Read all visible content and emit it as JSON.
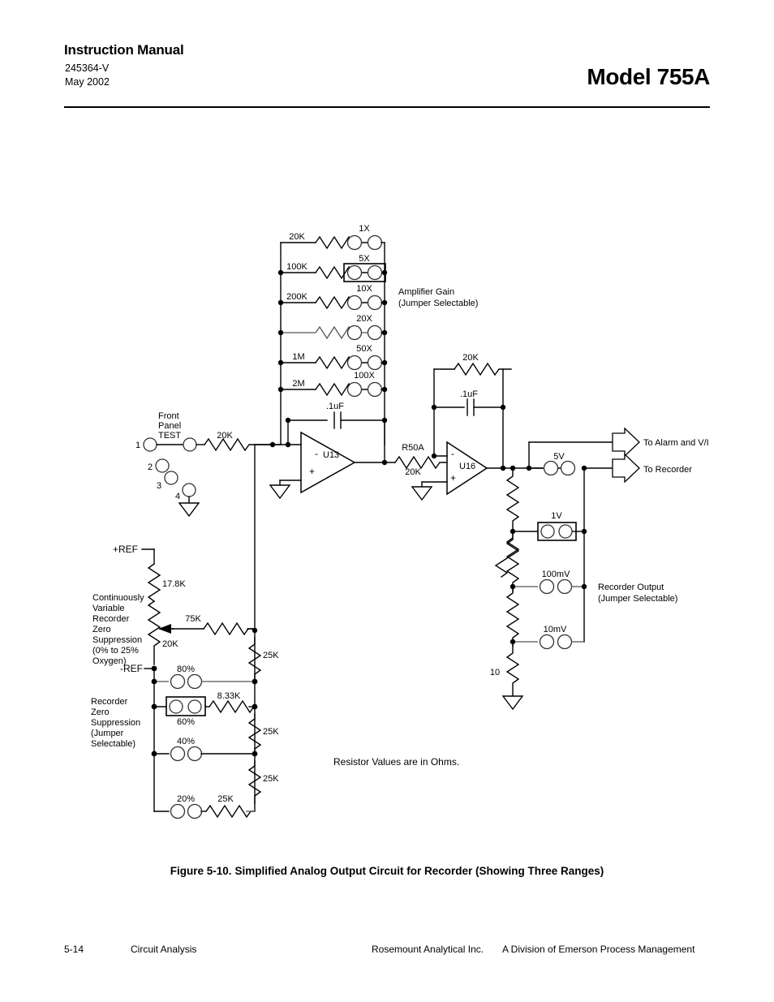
{
  "header": {
    "manual_title": "Instruction Manual",
    "doc_number": "245364-V",
    "date": "May 2002",
    "model": "Model 755A"
  },
  "figure": {
    "number": "Figure 5-10.",
    "title": "Simplified Analog Output Circuit for Recorder (Showing Three Ranges)"
  },
  "footer": {
    "page": "5-14",
    "section": "Circuit Analysis",
    "company": "Rosemount Analytical Inc.",
    "division": "A Division of Emerson Process Management"
  },
  "schematic": {
    "note": "Resistor Values are in Ohms.",
    "amplifier_gain": {
      "label_line1": "Amplifier Gain",
      "label_line2": "(Jumper Selectable)",
      "rows": [
        {
          "resistor": "20K",
          "gain": "1X",
          "jumper_installed": false
        },
        {
          "resistor": "100K",
          "gain": "5X",
          "jumper_installed": true
        },
        {
          "resistor": "200K",
          "gain": "10X",
          "jumper_installed": false
        },
        {
          "resistor": "",
          "gain": "20X",
          "jumper_installed": false
        },
        {
          "resistor": "1M",
          "gain": "50X",
          "jumper_installed": false
        },
        {
          "resistor": "2M",
          "gain": "100X",
          "jumper_installed": false
        }
      ]
    },
    "u13": {
      "refdes": "U13",
      "feedback_cap": ".1uF",
      "inverting_label": "-",
      "noninverting_label": "+"
    },
    "u16": {
      "refdes": "U16",
      "feedback_resistor": "20K",
      "feedback_cap": ".1uF",
      "inverting_label": "-",
      "noninverting_label": "+"
    },
    "series_resistor": {
      "refdes": "R50A",
      "value": "20K"
    },
    "front_panel": {
      "label_line1": "Front",
      "label_line2": "Panel",
      "label_line3": "TEST",
      "pins": [
        "1",
        "2",
        "3",
        "4"
      ],
      "input_resistor": "20K"
    },
    "outputs": [
      {
        "label": "To Alarm and V/I"
      },
      {
        "label": "To Recorder"
      }
    ],
    "recorder_output": {
      "label_line1": "Recorder Output",
      "label_line2": "(Jumper Selectable)",
      "taps": [
        {
          "label": "5V",
          "jumper_installed": false
        },
        {
          "label": "1V",
          "jumper_installed": true
        },
        {
          "label": "100mV",
          "jumper_installed": false
        },
        {
          "label": "10mV",
          "jumper_installed": false
        }
      ],
      "terminating_resistor": "10"
    },
    "zero_suppression_continuous": {
      "label_lines": [
        "Continuously",
        "Variable",
        "Recorder",
        "Zero",
        "Suppression",
        "(0% to 25%",
        "Oxygen)"
      ],
      "ref_positive": "+REF",
      "ref_negative": "-REF",
      "top_resistor": "17.8K",
      "pot_value": "20K",
      "wiper_resistor": "75K"
    },
    "zero_suppression_jumper": {
      "label_lines": [
        "Recorder",
        "Zero",
        "Suppression",
        "(Jumper",
        "Selectable)"
      ],
      "taps": [
        {
          "label": "80%",
          "jumper_installed": false,
          "resistor": ""
        },
        {
          "label": "60%",
          "jumper_installed": true,
          "resistor": "8.33K"
        },
        {
          "label": "40%",
          "jumper_installed": false,
          "resistor": ""
        },
        {
          "label": "20%",
          "jumper_installed": false,
          "resistor": "25K"
        }
      ],
      "ladder_resistors": [
        "25K",
        "25K",
        "25K"
      ]
    }
  }
}
